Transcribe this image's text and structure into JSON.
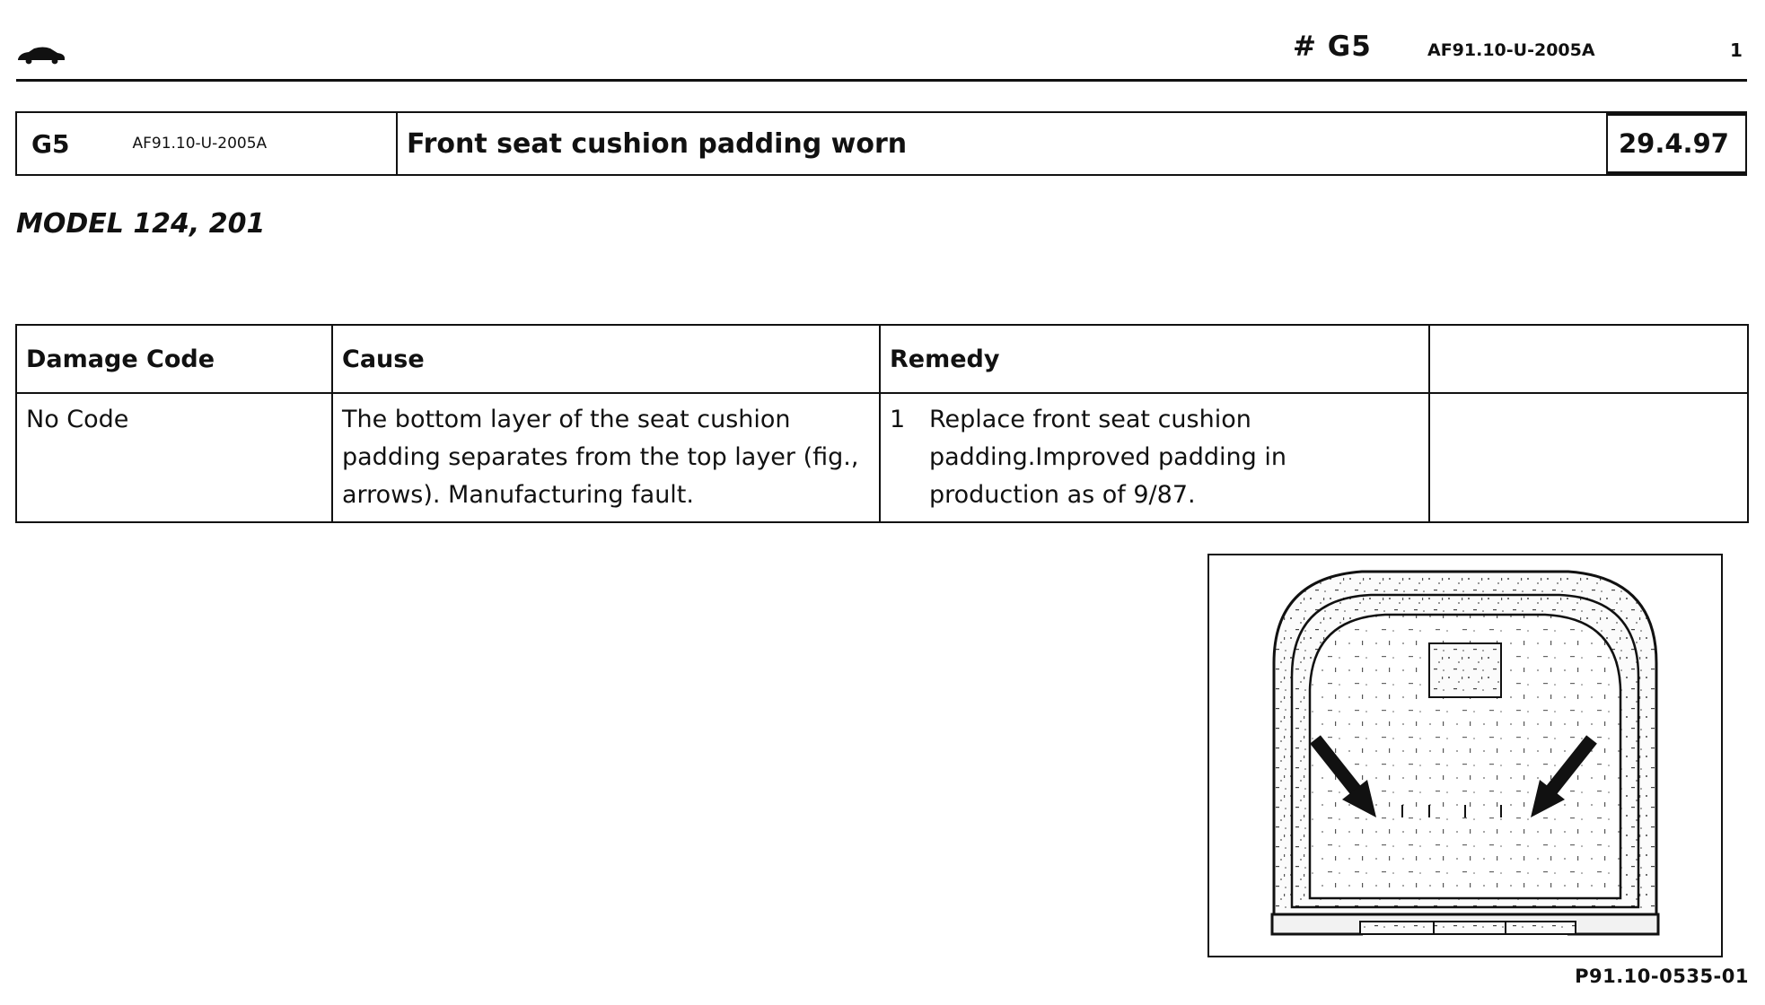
{
  "header": {
    "icon": "car-icon",
    "code": "# G5",
    "reference": "AF91.10-U-2005A",
    "page_number": "1"
  },
  "title_block": {
    "code": "G5",
    "reference": "AF91.10-U-2005A",
    "title": "Front seat cushion padding worn",
    "date": "29.4.97"
  },
  "model": "MODEL 124, 201",
  "table": {
    "headers": [
      "Damage Code",
      "Cause",
      "Remedy",
      ""
    ],
    "rows": [
      {
        "damage_code": "No Code",
        "cause": "The bottom layer of the seat cushion padding separates from the top layer (fig., arrows). Manufacturing fault.",
        "remedy_number": "1",
        "remedy": "Replace front seat cushion padding.Improved padding in production as of 9/87.",
        "extra": ""
      }
    ]
  },
  "figure": {
    "icon": "seat-cushion-illustration",
    "reference": "P91.10-0535-01"
  }
}
